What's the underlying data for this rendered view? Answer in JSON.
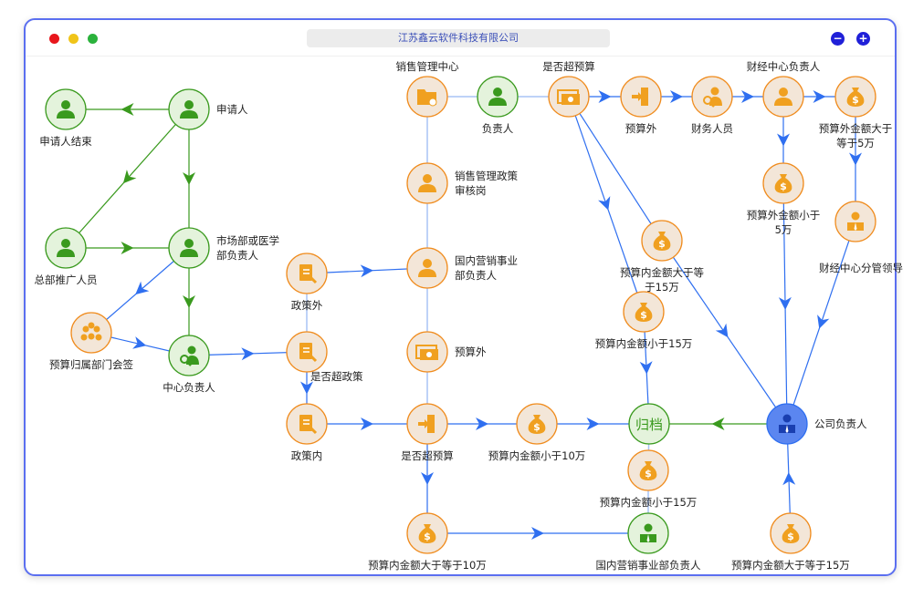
{
  "window": {
    "title": "江苏鑫云软件科技有限公司",
    "minimize_icon": "−",
    "maximize_icon": "+"
  },
  "nodes": [
    {
      "label": [
        "申请人"
      ]
    },
    {
      "label": [
        "申请人结束"
      ]
    },
    {
      "label": [
        "市场部或医学",
        "部负责人"
      ]
    },
    {
      "label": [
        "总部推广人员"
      ]
    },
    {
      "label": [
        "预算归属部门会签"
      ]
    },
    {
      "label": [
        "中心负责人"
      ]
    },
    {
      "label": [
        "政策外"
      ]
    },
    {
      "label": [
        "是否超政策"
      ]
    },
    {
      "label": [
        "政策内"
      ]
    },
    {
      "label": [
        "销售管理中心"
      ]
    },
    {
      "label": [
        "销售管理政策",
        "审核岗"
      ]
    },
    {
      "label": [
        "国内营销事业",
        "部负责人"
      ]
    },
    {
      "label": [
        "预算外"
      ]
    },
    {
      "label": [
        "是否超预算"
      ]
    },
    {
      "label": [
        "负责人"
      ]
    },
    {
      "label": [
        "是否超预算"
      ]
    },
    {
      "label": [
        "预算外"
      ]
    },
    {
      "label": [
        "财务人员"
      ]
    },
    {
      "label": [
        "财经中心负责人"
      ]
    },
    {
      "label": [
        "预算外金额大于",
        "等于5万"
      ]
    },
    {
      "label": [
        "预算外金额小于",
        "5万"
      ]
    },
    {
      "label": [
        "财经中心分管领导"
      ]
    },
    {
      "label": [
        "预算内金额大于等",
        "于15万"
      ]
    },
    {
      "label": [
        "预算内金额小于15万"
      ]
    },
    {
      "label": [
        "归档"
      ]
    },
    {
      "label": [
        "公司负责人"
      ]
    },
    {
      "label": [
        "预算内金额小于10万"
      ]
    },
    {
      "label": [
        "预算内金额小于15万"
      ]
    },
    {
      "label": [
        "预算内金额大于等于10万"
      ]
    },
    {
      "label": [
        "国内营销事业部负责人"
      ]
    },
    {
      "label": [
        "预算内金额大于等于15万"
      ]
    }
  ],
  "colors": {
    "green": "#3a9a1e",
    "orange": "#f08c1e",
    "blue": "#2f6ff0",
    "node_fill": "#f3e6d8",
    "green_fill": "#e4f3dc"
  }
}
